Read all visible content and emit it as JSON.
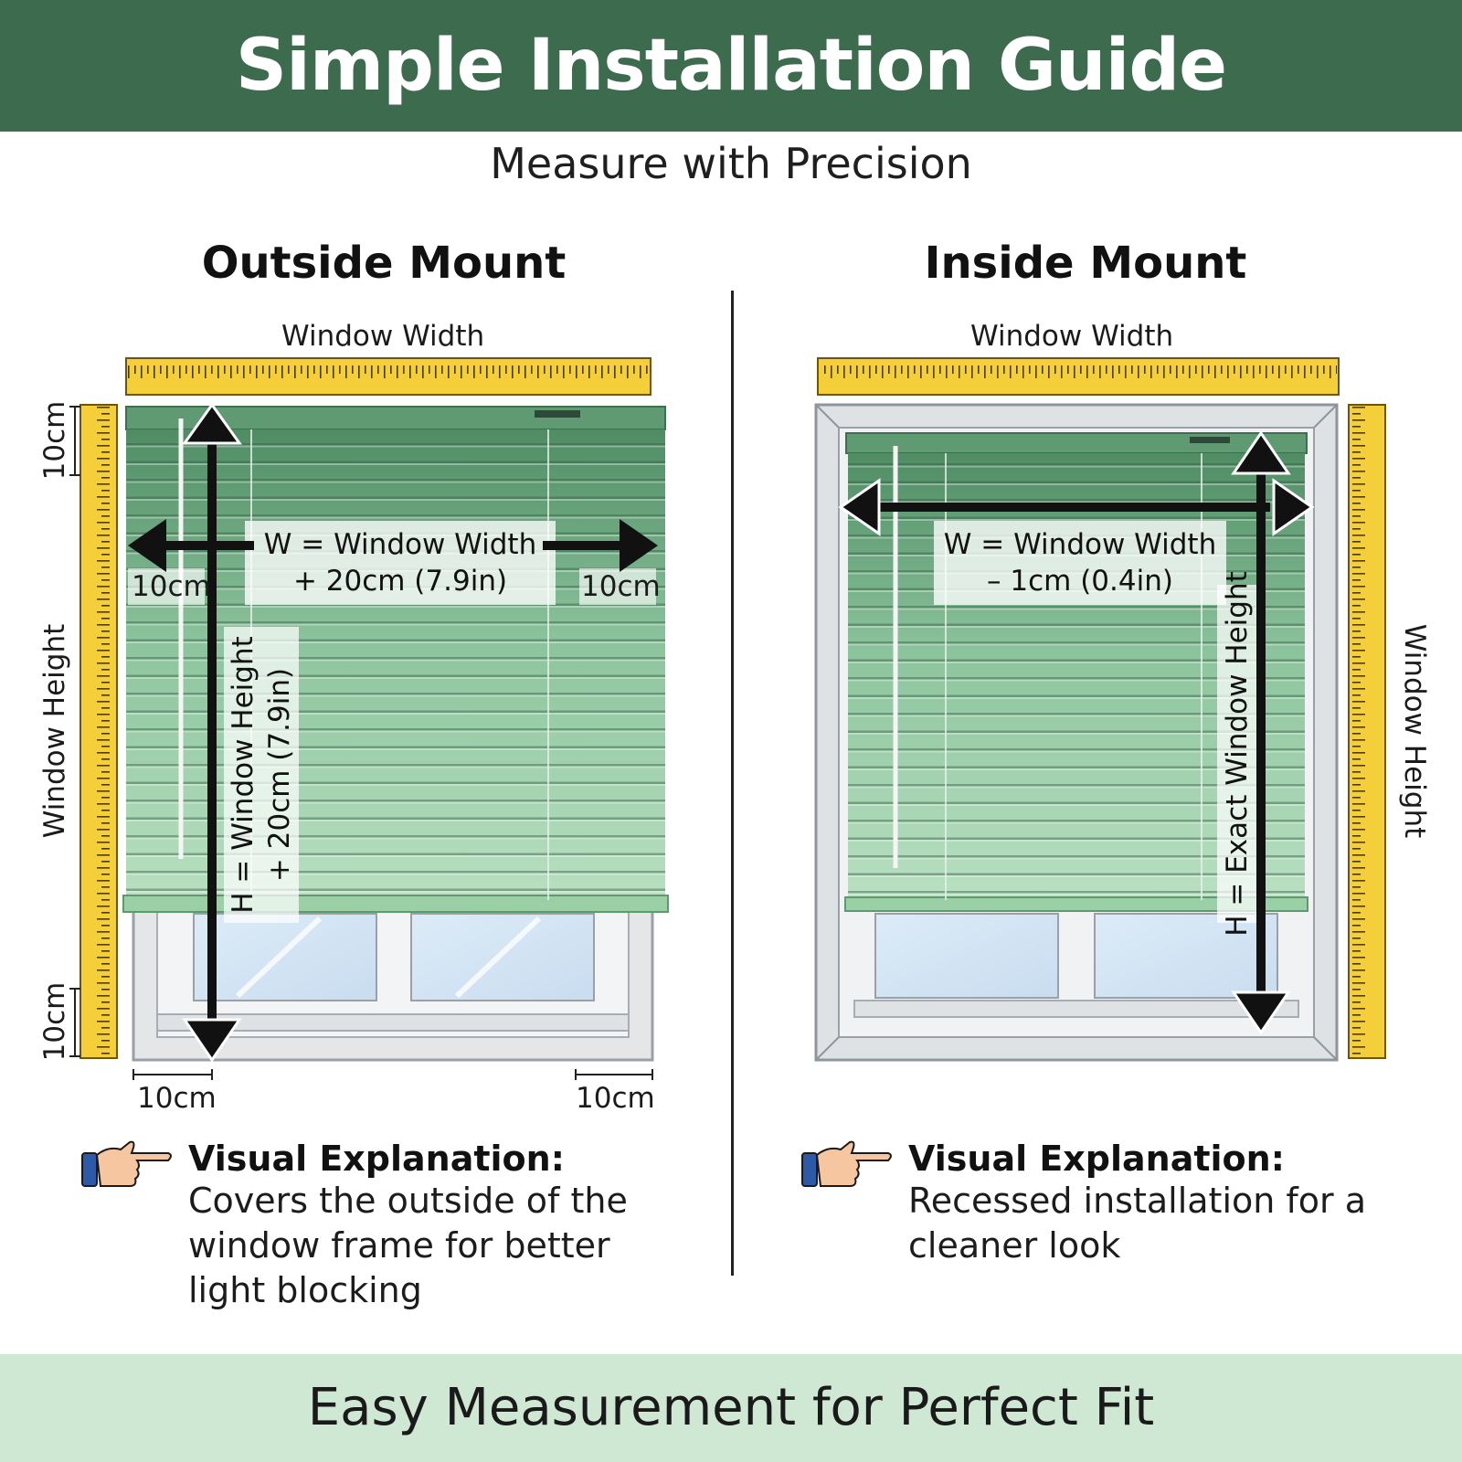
{
  "header": {
    "title": "Simple Installation Guide",
    "subtitle": "Measure with Precision"
  },
  "colors": {
    "header_green": "#3d6b4e",
    "footer_mint": "#cfe8d4",
    "ruler_yellow": "#f4cf3a",
    "blind_green": "#5f9a72"
  },
  "outside": {
    "title": "Outside Mount",
    "width_label": "Window Width",
    "height_label": "Window Height",
    "offset_label": "10cm",
    "formula_w_line1": "W = Window Width",
    "formula_w_line2": "+ 20cm (7.9in)",
    "formula_h_line1": "H = Window Height",
    "formula_h_line2": "+ 20cm (7.9in)",
    "explanation_title": "Visual Explanation:",
    "explanation_body": "Covers the outside of the window frame for better light blocking",
    "icon": "pointing-hand-icon"
  },
  "inside": {
    "title": "Inside Mount",
    "width_label": "Window Width",
    "height_label": "Window Height",
    "formula_w_line1": "W = Window Width",
    "formula_w_line2": "– 1cm (0.4in)",
    "formula_h": "H = Exact Window Height",
    "explanation_title": "Visual Explanation:",
    "explanation_body": "Recessed installation for a cleaner look",
    "icon": "pointing-hand-icon"
  },
  "footer": {
    "text": "Easy Measurement for Perfect Fit"
  }
}
